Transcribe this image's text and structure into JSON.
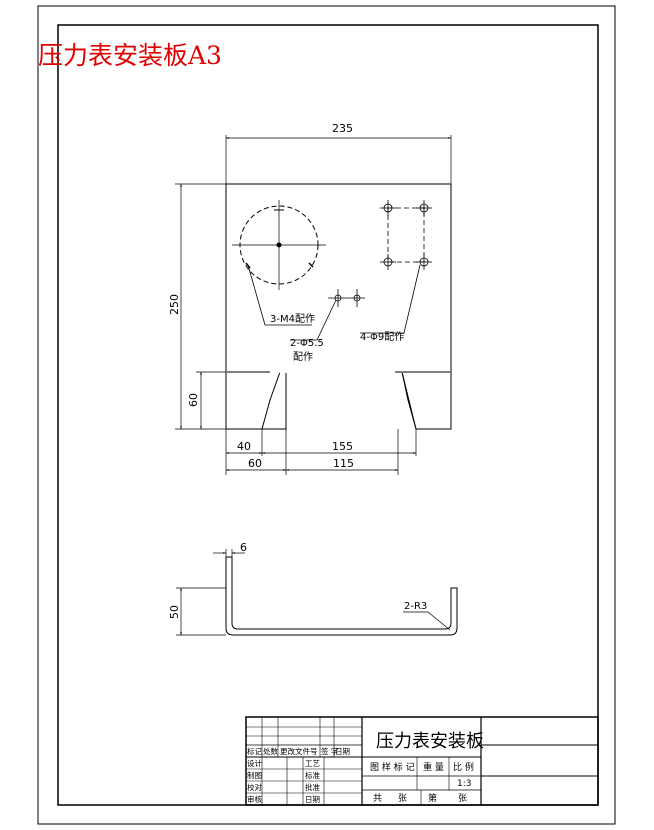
{
  "header_title": "压力表安装板A3",
  "dimensions": {
    "width_235": "235",
    "height_250": "250",
    "height_60": "60",
    "d40": "40",
    "d155": "155",
    "d60": "60",
    "d115": "115",
    "side_6": "6",
    "side_50": "50"
  },
  "callouts": {
    "holes_m4": "3-M4配作",
    "holes_55_line1": "2-Φ5.5",
    "holes_55_line2": "配作",
    "holes_9": "4-Φ9配作",
    "radius": "2-R3"
  },
  "title_block": {
    "part_name": "压力表安装板",
    "rev_headers": [
      "标记",
      "处数",
      "更改文件号",
      "签 字",
      "日期"
    ],
    "role_labels": [
      "设计",
      "制图",
      "校对",
      "审核"
    ],
    "role_labels_2": [
      "工艺",
      "标准",
      "批准",
      "日期"
    ],
    "attr_headers": [
      "图 样 标 记",
      "重 量",
      "比 例"
    ],
    "scale": "1:3",
    "sheet_total": "共",
    "sheet_unit": "张",
    "sheet_no": "第",
    "sheet_unit2": "张"
  }
}
